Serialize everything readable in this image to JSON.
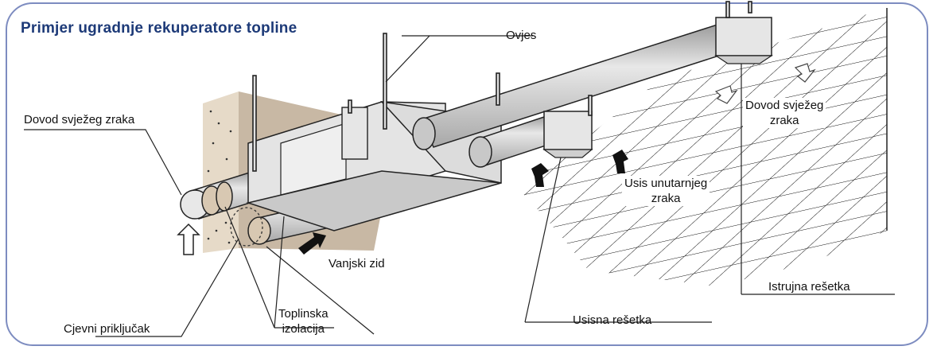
{
  "title": "Primjer ugradnje rekuperatore topline",
  "labels": {
    "ovjes": "Ovjes",
    "dovod_left": "Dovod svježeg zraka",
    "dovod_right_line1": "Dovod svježeg",
    "dovod_right_line2": "zraka",
    "usis_line1": "Usis unutarnjeg",
    "usis_line2": "zraka",
    "vanjski_zid": "Vanjski zid",
    "cjevni": "Cjevni priključak",
    "toplinska_line1": "Toplinska",
    "toplinska_line2": "izolacija",
    "usisna": "Usisna rešetka",
    "istrujna": "Istrujna rešetka"
  },
  "colors": {
    "title": "#1d3a78",
    "frame": "#7d8cc0",
    "wall": "#c8b8a4",
    "wall_edge": "#e6dac8",
    "unit": "#d8d8d8",
    "duct": "#c4c4c4"
  }
}
